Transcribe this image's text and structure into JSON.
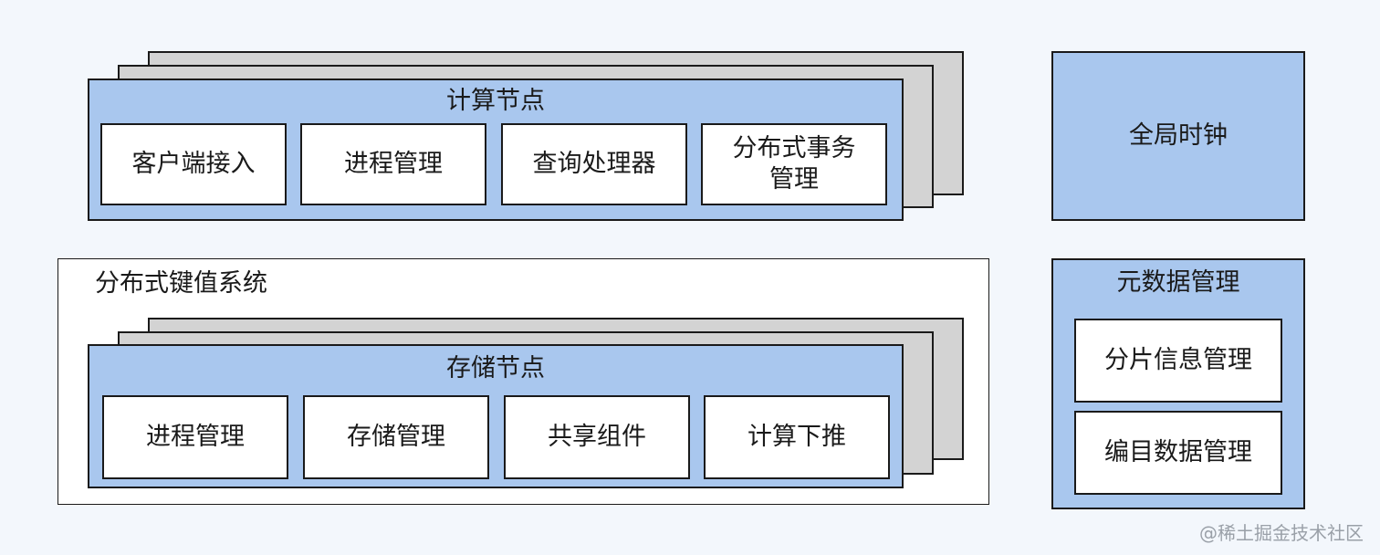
{
  "compute_node": {
    "title": "计算节点",
    "components": [
      "客户端接入",
      "进程管理",
      "查询处理器",
      "分布式事务管理"
    ]
  },
  "kv_system": {
    "title": "分布式键值系统",
    "storage_node": {
      "title": "存储节点",
      "components": [
        "进程管理",
        "存储管理",
        "共享组件",
        "计算下推"
      ]
    }
  },
  "global_clock": {
    "title": "全局时钟"
  },
  "metadata": {
    "title": "元数据管理",
    "components": [
      "分片信息管理",
      "编目数据管理"
    ]
  },
  "watermark": "@稀土掘金技术社区",
  "colors": {
    "panel": "#a9c7ee",
    "back_layer": "#d3d3d3",
    "background": "#f3f7fc"
  }
}
